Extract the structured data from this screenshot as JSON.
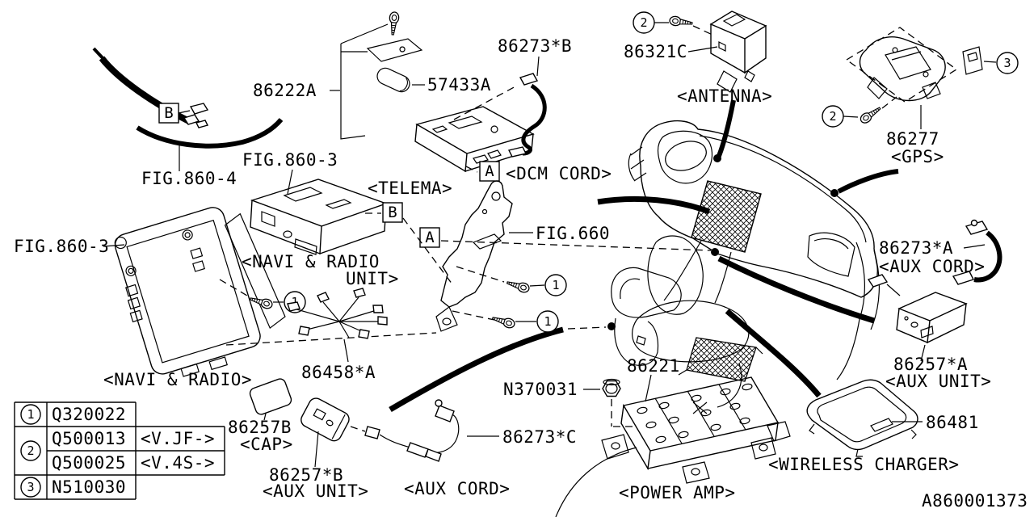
{
  "diagram": {
    "type": "automotive-parts-diagram",
    "subject": "Audio / Navigation system parts",
    "drawing_number": "A860001373",
    "background_color": "#ffffff",
    "line_color": "#000000"
  },
  "labels": {
    "fig860_4": "FIG.860-4",
    "fig860_3": "FIG.860-3",
    "p86222A": "86222A",
    "p57433A": "57433A",
    "p86273B": "86273*B",
    "telema": "<TELEMA>",
    "dcm_cord": "<DCM CORD>",
    "p86321C": "86321C",
    "antenna": "<ANTENNA>",
    "p86277": "86277",
    "gps": "<GPS>",
    "navi_radio": "<NAVI & RADIO>",
    "navi_radio_unit_line1": "<NAVI & RADIO",
    "navi_radio_unit_line2": "UNIT>",
    "fig660": "FIG.660",
    "p86458A": "86458*A",
    "p86273A": "86273*A",
    "aux_cord": "<AUX CORD>",
    "p86257A": "86257*A",
    "aux_unit": "<AUX UNIT>",
    "p86257B_cap": "86257B",
    "cap": "<CAP>",
    "p86257B": "86257*B",
    "p86273C": "86273*C",
    "n370031": "N370031",
    "p86221": "86221",
    "power_amp": "<POWER AMP>",
    "p86481": "86481",
    "wireless_charger": "<WIRELESS CHARGER>"
  },
  "callouts": {
    "a": "A",
    "b": "B",
    "n1": "1",
    "n2": "2",
    "n3": "3"
  },
  "legend": {
    "rows": [
      {
        "ref": "1",
        "part": "Q320022",
        "note": ""
      },
      {
        "ref": "2",
        "part": "Q500013",
        "note": "<V.JF->"
      },
      {
        "ref": "2",
        "part": "Q500025",
        "note": "<V.4S->"
      },
      {
        "ref": "3",
        "part": "N510030",
        "note": ""
      }
    ]
  }
}
